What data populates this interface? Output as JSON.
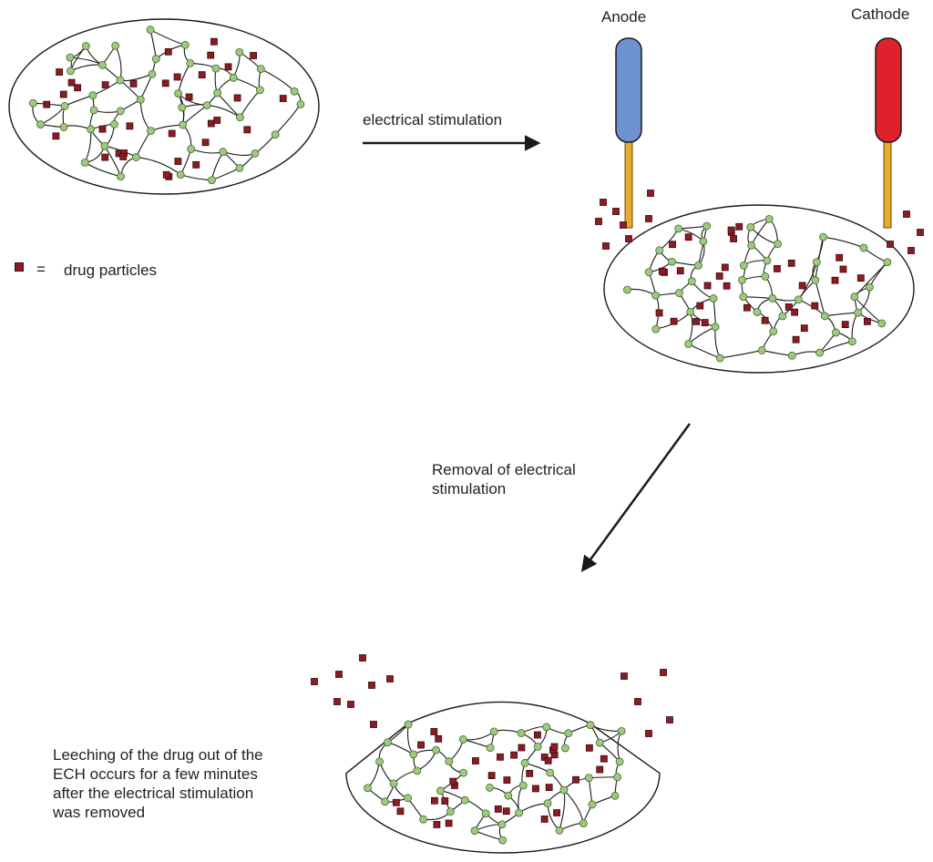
{
  "labels": {
    "anode": "Anode",
    "cathode": "Cathode",
    "stimulation": "electrical stimulation",
    "removal": "Removal of electrical\nstimulation",
    "leeching": "Leeching of the drug out of the\nECH occurs for a few minutes\nafter the electrical stimulation\nwas removed",
    "legend_eq": "=",
    "legend_text": "drug particles"
  },
  "colors": {
    "drug": "#8b1c24",
    "node": "#9fc97f",
    "anode": "#6c93cf",
    "cathode": "#e0212b",
    "wire": "#e8ac2c",
    "line": "#1a1a1a"
  }
}
